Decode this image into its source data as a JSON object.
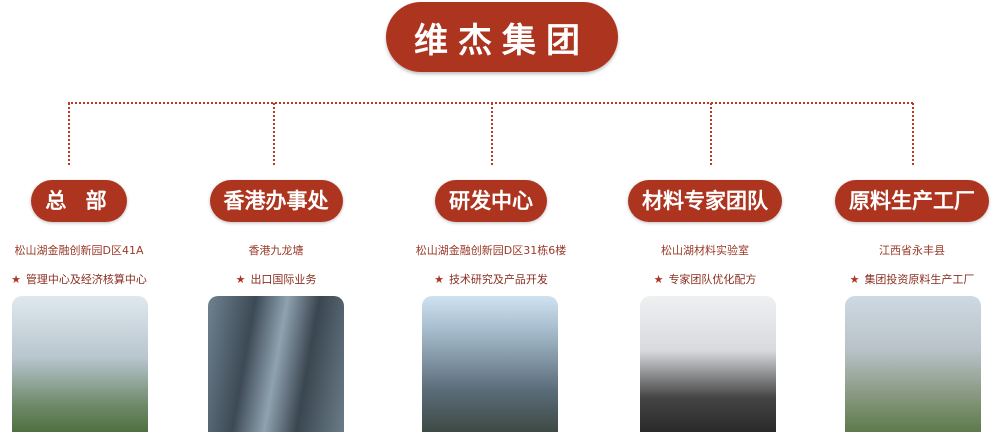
{
  "title": "维杰集团",
  "branches": [
    {
      "name": "总 部",
      "address": "松山湖金融创新园D区41A",
      "desc": "管理中心及经济核算中心"
    },
    {
      "name": "香港办事处",
      "address": "香港九龙塘",
      "desc": "出口国际业务"
    },
    {
      "name": "研发中心",
      "address": "松山湖金融创新园D区31栋6楼",
      "desc": "技术研究及产品开发"
    },
    {
      "name": "材料专家团队",
      "address": "松山湖材料实验室",
      "desc": "专家团队优化配方"
    },
    {
      "name": "原料生产工厂",
      "address": "江西省永丰县",
      "desc": "集团投资原料生产工厂"
    }
  ],
  "star": "★",
  "accent": "#ad3520"
}
